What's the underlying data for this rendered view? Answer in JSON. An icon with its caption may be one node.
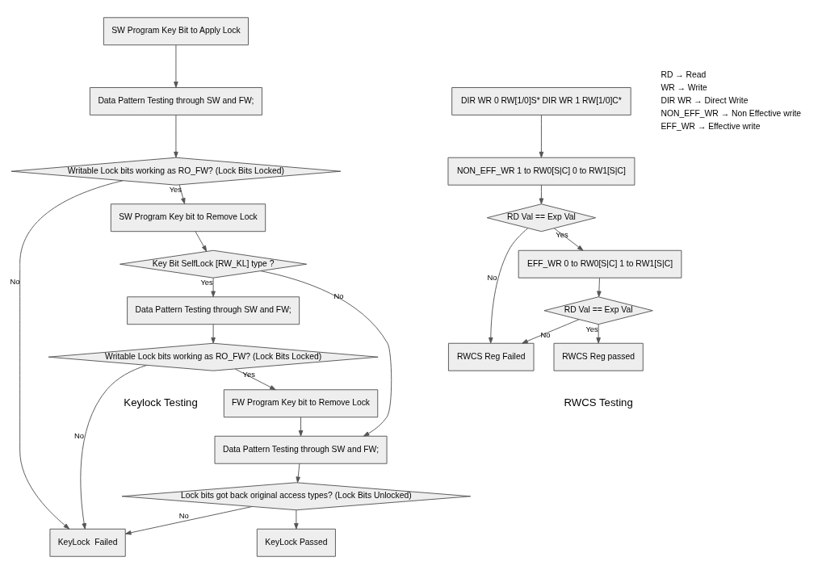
{
  "diagram": {
    "nodes": [
      {
        "text": [
          "SW Program Key Bit to Apply Lock"
        ]
      },
      {
        "text": [
          "Data Pattern Testing through SW and FW;"
        ]
      },
      {
        "text": [
          "KeyLock  Failed"
        ]
      },
      {
        "text": [
          "KeyLock Passed"
        ]
      },
      {
        "text": [
          "Writable Lock bits working as RO_FW? (Lock Bits Locked)"
        ]
      },
      {
        "text": [
          "Lock bits got back original access types? (Lock Bits Unlocked)"
        ]
      },
      {
        "text": [
          "SW Program Key bit to Remove Lock"
        ]
      },
      {
        "text": [
          "Data Pattern Testing through SW and FW;"
        ]
      },
      {
        "text": [
          "Key Bit SelfLock [RW_KL] type ?"
        ]
      },
      {
        "text": [
          "FW Program Key bit to Remove Lock"
        ]
      },
      {
        "text": [
          "Data Pattern Testing through SW and FW;"
        ]
      },
      {
        "text": [
          "Writable Lock bits working as RO_FW? (Lock Bits Locked)"
        ]
      },
      {
        "text": [
          "DIR WR 0 RW[1/0]S* DIR WR 1 RW[1/0]C*"
        ]
      },
      {
        "text": [
          "NON_EFF_WR 1 to RW0[S|C] 0 to RW1[S|C]"
        ]
      },
      {
        "text": [
          "RD Val == Exp Val"
        ]
      },
      {
        "text": [
          "RWCS Reg Failed"
        ]
      },
      {
        "text": [
          "EFF_WR 0 to RW0[S|C] 1 to RW1[S|C]"
        ]
      },
      {
        "text": [
          "RD Val == Exp Val"
        ]
      },
      {
        "text": [
          "RWCS Reg passed"
        ]
      }
    ],
    "edges": [
      {
        "from": 0,
        "to": 1,
        "arrow": "to"
      },
      {
        "from": 1,
        "to": 4,
        "arrow": "to"
      },
      {
        "from": 4,
        "to": 2,
        "arrow": "to",
        "label": "No"
      },
      {
        "from": 4,
        "to": 6,
        "arrow": "to",
        "label": "Yes"
      },
      {
        "from": 6,
        "to": 8,
        "arrow": "to"
      },
      {
        "from": 8,
        "to": 7,
        "arrow": "to",
        "label": "No"
      },
      {
        "from": 8,
        "to": 10,
        "arrow": "to",
        "label": "Yes"
      },
      {
        "from": 10,
        "to": 11,
        "arrow": "to"
      },
      {
        "from": 11,
        "to": 9,
        "arrow": "to",
        "label": "Yes"
      },
      {
        "from": 11,
        "to": 2,
        "arrow": "to",
        "label": "No"
      },
      {
        "from": 9,
        "to": 7,
        "arrow": "to"
      },
      {
        "from": 7,
        "to": 5,
        "arrow": "to"
      },
      {
        "from": 5,
        "to": 3,
        "arrow": "to"
      },
      {
        "from": 5,
        "to": 2,
        "arrow": "to",
        "label": "No"
      },
      {
        "from": 12,
        "to": 13,
        "arrow": "to"
      },
      {
        "from": 13,
        "to": 14,
        "arrow": "to"
      },
      {
        "from": 14,
        "to": 15,
        "arrow": "to",
        "label": "No"
      },
      {
        "from": 14,
        "to": 16,
        "arrow": "to",
        "label": "Yes"
      },
      {
        "from": 16,
        "to": 17,
        "arrow": "to"
      },
      {
        "from": 17,
        "to": 15,
        "arrow": "to",
        "label": "No"
      },
      {
        "from": 17,
        "to": 18,
        "arrow": "to",
        "label": "Yes"
      }
    ],
    "labels": [
      "RD → Read",
      "WR → Write",
      "DIR WR → Direct Write",
      "NON_EFF_WR → Non Effective write",
      "EFF_WR → Effective write",
      "Keylock Testing",
      "RWCS Testing"
    ]
  }
}
